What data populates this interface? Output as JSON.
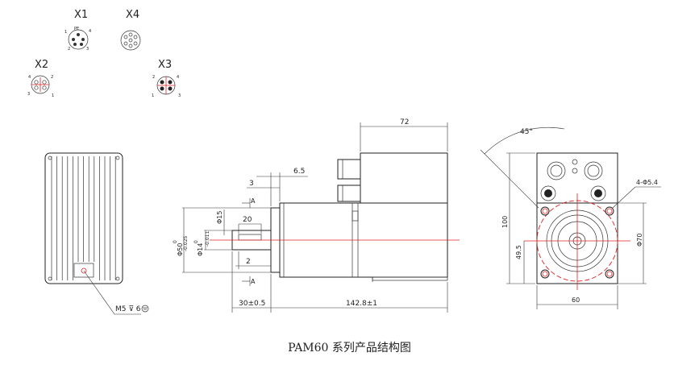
{
  "connectors": {
    "x1": {
      "label": "X1",
      "pe": "PE",
      "pins": [
        "1",
        "2",
        "3",
        "4"
      ]
    },
    "x4": {
      "label": "X4"
    },
    "x2": {
      "label": "X2",
      "pins": [
        "1",
        "2",
        "3",
        "4"
      ]
    },
    "x3": {
      "label": "X3",
      "pins": [
        "1",
        "2",
        "3",
        "4"
      ]
    }
  },
  "back_view": {
    "thread_callout": "M5 ⊽ 6"
  },
  "side_view": {
    "dims": {
      "top_width": "72",
      "flange_offset": "6.5",
      "flange_thk": "3",
      "key_len": "20",
      "shaft_d_label": "Φ15",
      "pilot_d": "Φ50",
      "pilot_tol_top": "0",
      "pilot_tol_bot": "-0.025",
      "shaft_d": "Φ14",
      "shaft_tol_top": "0",
      "shaft_tol_bot": "-0.011",
      "key_start": "2",
      "shaft_len": "30±0.5",
      "body_len": "142.8±1"
    },
    "section_mark": "A"
  },
  "front_view": {
    "dims": {
      "angle": "45°",
      "holes": "4-Φ5.4",
      "height": "100",
      "center_h": "49.5",
      "bolt_circle": "Φ70",
      "width": "60"
    }
  },
  "caption": "PAM60 系列产品结构图"
}
